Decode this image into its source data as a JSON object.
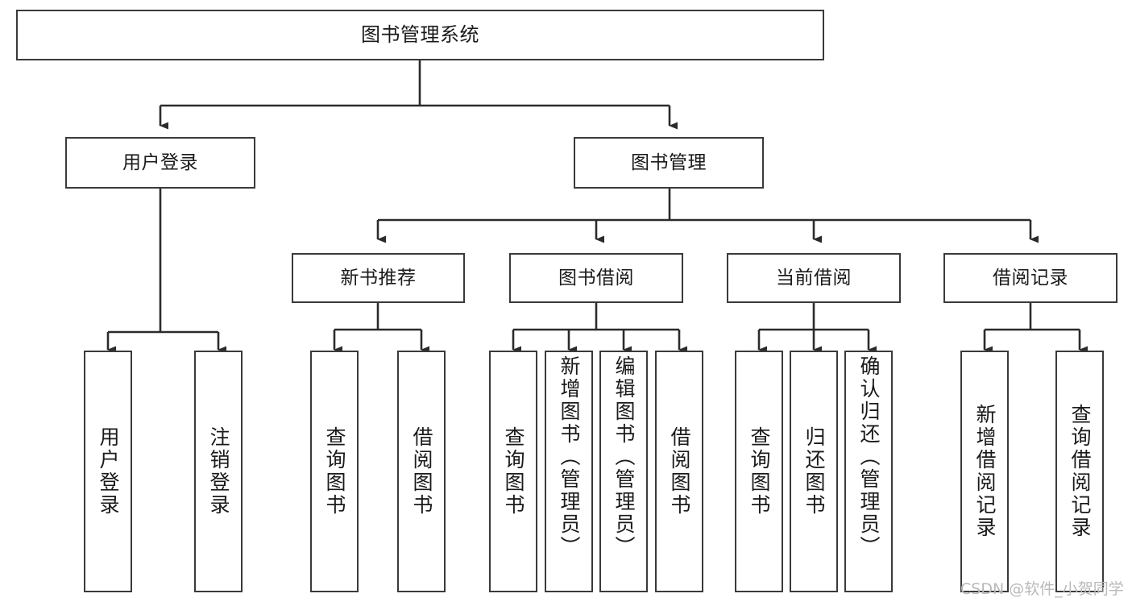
{
  "diagram": {
    "title": "图书管理系统",
    "type": "tree-hierarchy",
    "watermark": "CSDN @软件_小贺同学",
    "colors": {
      "box_border": "#3a3a3a",
      "box_fill": "#ffffff",
      "edge": "#2b2b2b",
      "text": "#1a1a1a",
      "watermark": "#b9b9b9",
      "background": "#ffffff"
    },
    "nodes": {
      "root": {
        "label": "图书管理系统"
      },
      "level2": [
        {
          "label": "用户登录"
        },
        {
          "label": "图书管理"
        }
      ],
      "level3": [
        {
          "label": "新书推荐"
        },
        {
          "label": "图书借阅"
        },
        {
          "label": "当前借阅"
        },
        {
          "label": "借阅记录"
        }
      ],
      "leaves": {
        "user_login": [
          {
            "label": "用户登录"
          },
          {
            "label": "注销登录"
          }
        ],
        "new_book_recommend": [
          {
            "label": "查询图书"
          },
          {
            "label": "借阅图书"
          }
        ],
        "book_borrow": [
          {
            "label": "查询图书"
          },
          {
            "label": "新增图书（管理员）"
          },
          {
            "label": "编辑图书（管理员）"
          },
          {
            "label": "借阅图书"
          }
        ],
        "current_borrow": [
          {
            "label": "查询图书"
          },
          {
            "label": "归还图书"
          },
          {
            "label": "确认归还（管理员）"
          }
        ],
        "borrow_record": [
          {
            "label": "新增借阅记录"
          },
          {
            "label": "查询借阅记录"
          }
        ]
      }
    }
  }
}
